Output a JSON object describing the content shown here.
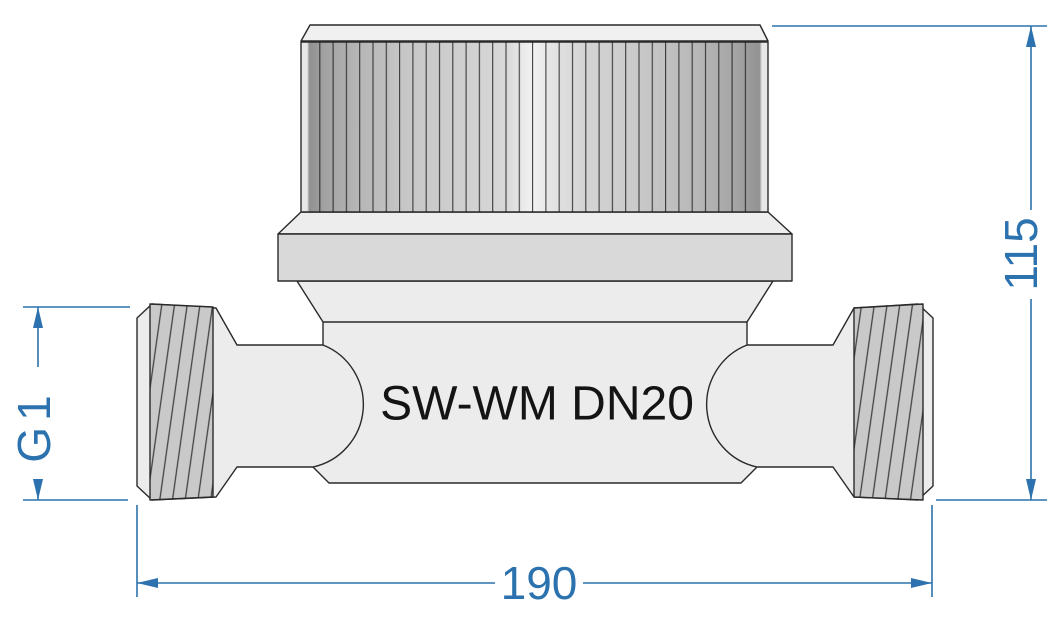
{
  "diagram": {
    "product_label": "SW-WM DN20",
    "dimensions": {
      "connection_thread": {
        "label": "G1",
        "orientation": "vertical",
        "side": "left"
      },
      "overall_height": {
        "label": "115",
        "orientation": "vertical",
        "side": "right"
      },
      "overall_length": {
        "label": "190",
        "orientation": "horizontal",
        "side": "bottom"
      }
    },
    "colors": {
      "dimension_blue": "#2C72AE",
      "outline": "#2A2A2A",
      "body_fill": "#ECECEC",
      "flange_fill": "#D9D9D9",
      "thread_fill": "#C9C9C9",
      "transition_fill": "#EDEDED",
      "top_face_fill": "#F0F0F0",
      "background": "#FFFFFF",
      "label_color": "#141414",
      "knurl_dark": "#909090",
      "knurl_highlight": "#F2F2F2"
    }
  }
}
